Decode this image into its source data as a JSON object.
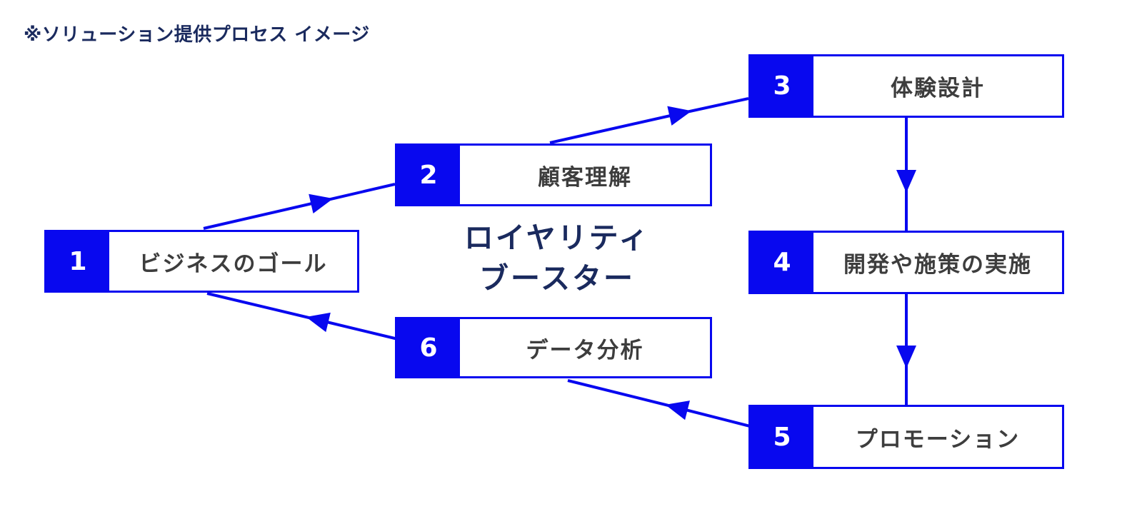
{
  "title": "※ソリューション提供プロセス イメージ",
  "center_label": {
    "line1": "ロイヤリティ",
    "line2": "ブースター"
  },
  "steps": [
    {
      "number": "1",
      "label": "ビジネスのゴール"
    },
    {
      "number": "2",
      "label": "顧客理解"
    },
    {
      "number": "3",
      "label": "体験設計"
    },
    {
      "number": "4",
      "label": "開発や施策の実施"
    },
    {
      "number": "5",
      "label": "プロモーション"
    },
    {
      "number": "6",
      "label": "データ分析"
    }
  ],
  "flow": [
    {
      "from": "1",
      "to": "2"
    },
    {
      "from": "2",
      "to": "3"
    },
    {
      "from": "3",
      "to": "4"
    },
    {
      "from": "4",
      "to": "5"
    },
    {
      "from": "5",
      "to": "6"
    },
    {
      "from": "6",
      "to": "1"
    }
  ],
  "colors": {
    "accent_blue": "#0808EF",
    "navy_text": "#1A2A5E",
    "box_text": "#3D3D3D"
  }
}
